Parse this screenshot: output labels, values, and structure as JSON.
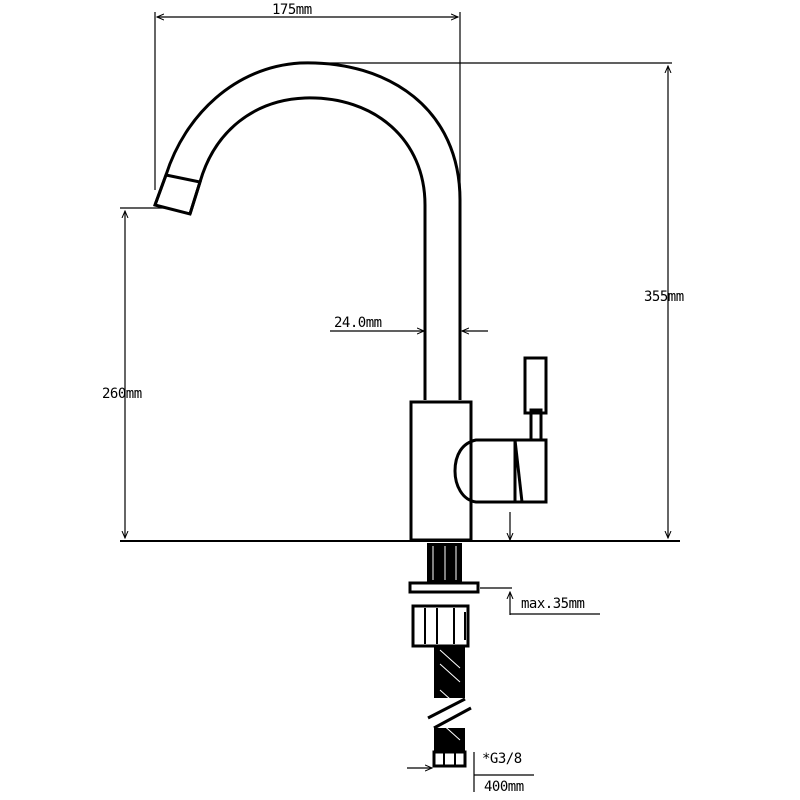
{
  "dimensions": {
    "width_top": "175mm",
    "total_height": "355mm",
    "spout_height": "260mm",
    "pipe_diameter": "24.0mm",
    "max_thickness": "max.35mm",
    "thread": "*G3/8",
    "hose_length": "400mm"
  }
}
